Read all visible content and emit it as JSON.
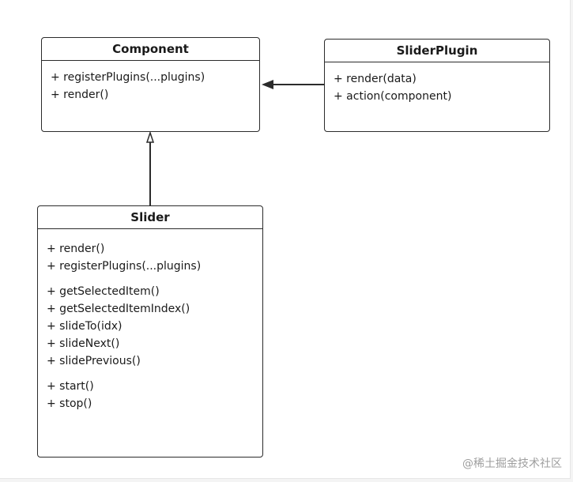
{
  "classes": {
    "component": {
      "name": "Component",
      "methods": [
        "+ registerPlugins(...plugins)",
        "+ render()"
      ]
    },
    "slider_plugin": {
      "name": "SliderPlugin",
      "methods": [
        "+ render(data)",
        "+ action(component)"
      ]
    },
    "slider": {
      "name": "Slider",
      "groups": [
        [
          "+ render()",
          "+ registerPlugins(...plugins)"
        ],
        [
          "+ getSelectedItem()",
          "+ getSelectedItemIndex()",
          "+ slideTo(idx)",
          "+ slideNext()",
          "+ slidePrevious()"
        ],
        [
          "+ start()",
          "+ stop()"
        ]
      ]
    }
  },
  "relations": [
    {
      "from": "SliderPlugin",
      "to": "Component",
      "kind": "association"
    },
    {
      "from": "Slider",
      "to": "Component",
      "kind": "generalization"
    }
  ],
  "watermark": "@稀土掘金技术社区",
  "colors": {
    "line": "#2b2b2b",
    "watermark": "#9e9e9e"
  }
}
